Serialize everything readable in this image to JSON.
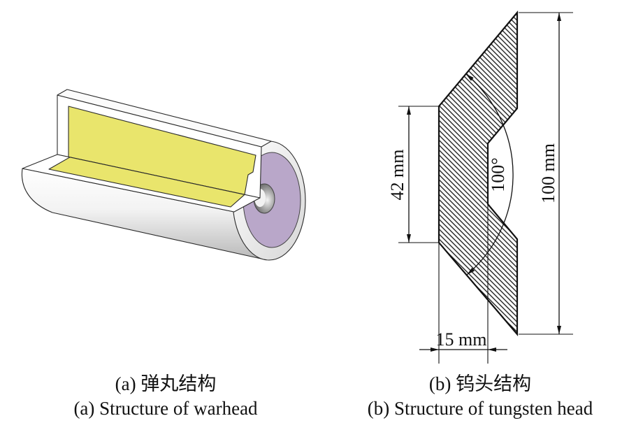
{
  "figure_a": {
    "caption_zh": "(a) 弹丸结构",
    "caption_en": "(a) Structure of warhead",
    "colors": {
      "explosive": "#e9e56c",
      "end_face": "#b9a7c9"
    }
  },
  "figure_b": {
    "caption_zh": "(b) 钨头结构",
    "caption_en": "(b) Structure of tungsten head",
    "dimensions": {
      "vertical_total": "100 mm",
      "vertical_left": "42 mm",
      "horizontal_bottom": "15 mm",
      "angle": "100°"
    },
    "colors": {
      "hatch": "#111111"
    }
  }
}
